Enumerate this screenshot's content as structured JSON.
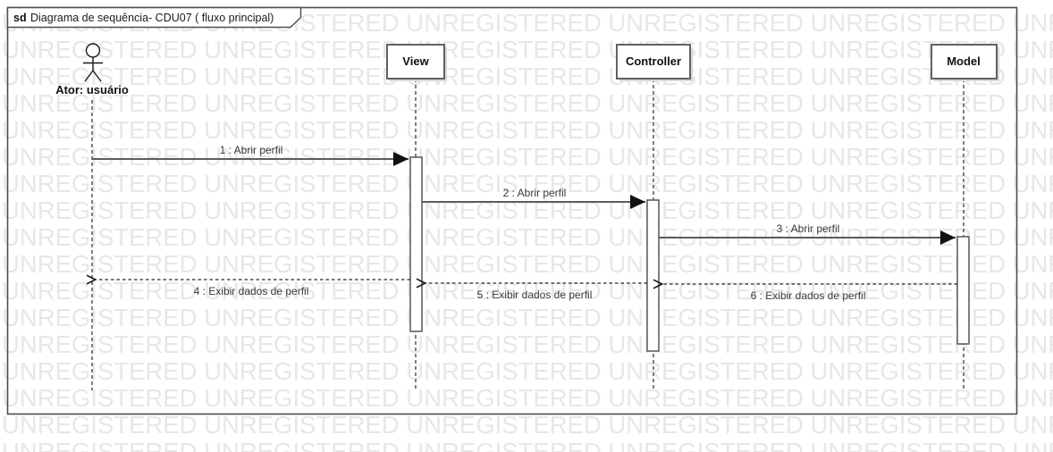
{
  "frame": {
    "keyword": "sd",
    "title": "Diagrama de sequência- CDU07 ( fluxo principal)"
  },
  "watermark": {
    "text": "UNREGISTERED",
    "repeat_per_row": 7,
    "rows": 17,
    "color": "#e7e7e7"
  },
  "actor": {
    "label": "Ator: usuário"
  },
  "lifelines": [
    {
      "label": "View"
    },
    {
      "label": "Controller"
    },
    {
      "label": "Model"
    }
  ],
  "messages": [
    {
      "label": "1 : Abrir perfil",
      "kind": "call",
      "from": "Ator: usuário",
      "to": "View"
    },
    {
      "label": "2 : Abrir perfil",
      "kind": "call",
      "from": "View",
      "to": "Controller"
    },
    {
      "label": "3 : Abrir perfil",
      "kind": "call",
      "from": "Controller",
      "to": "Model"
    },
    {
      "label": "4 : Exibir dados de perfil",
      "kind": "return",
      "from": "View",
      "to": "Ator: usuário"
    },
    {
      "label": "5 : Exibir dados de perfil",
      "kind": "return",
      "from": "Controller",
      "to": "View"
    },
    {
      "label": "6 : Exibir dados de perfil",
      "kind": "return",
      "from": "Model",
      "to": "Controller"
    }
  ],
  "colors": {
    "frame_border": "#4d4d4d",
    "element_border": "#616161",
    "message_line": "#5c5c5c",
    "watermark": "#e7e7e7"
  }
}
